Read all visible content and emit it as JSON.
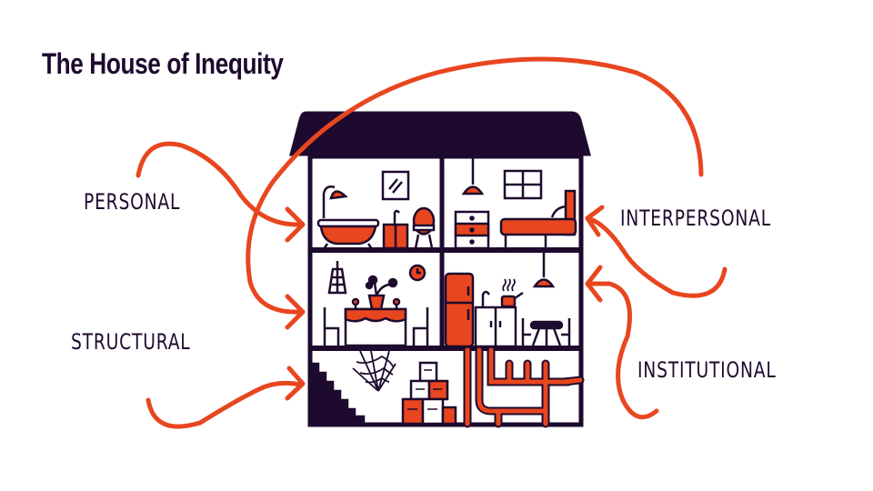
{
  "title": "The House of Inequity",
  "labels": {
    "personal": "PERSONAL",
    "interpersonal": "INTERPERSONAL",
    "structural": "STRUCTURAL",
    "institutional": "INSTITUTIONAL"
  },
  "colors": {
    "ink": "#1e0a2e",
    "accent": "#e8461f",
    "background": "#ffffff"
  },
  "rooms": [
    {
      "floor": "top",
      "side": "left",
      "name": "bathroom",
      "items": [
        "bathtub",
        "shower",
        "mirror",
        "sink-cabinet",
        "toilet"
      ]
    },
    {
      "floor": "top",
      "side": "right",
      "name": "bedroom",
      "items": [
        "pendant-lamp",
        "window",
        "dresser",
        "bed"
      ]
    },
    {
      "floor": "middle",
      "side": "left",
      "name": "dining-room",
      "items": [
        "lantern",
        "clock",
        "plant",
        "table",
        "chairs",
        "candles"
      ]
    },
    {
      "floor": "middle",
      "side": "right",
      "name": "kitchen",
      "items": [
        "fridge",
        "sink",
        "steaming-pot",
        "pendant-lamp",
        "stool",
        "chairs"
      ]
    },
    {
      "floor": "basement",
      "side": "left",
      "name": "basement-storage",
      "items": [
        "stairs",
        "cobweb",
        "boxes"
      ]
    },
    {
      "floor": "basement",
      "side": "right",
      "name": "basement-pipes",
      "items": [
        "pipes"
      ]
    }
  ]
}
